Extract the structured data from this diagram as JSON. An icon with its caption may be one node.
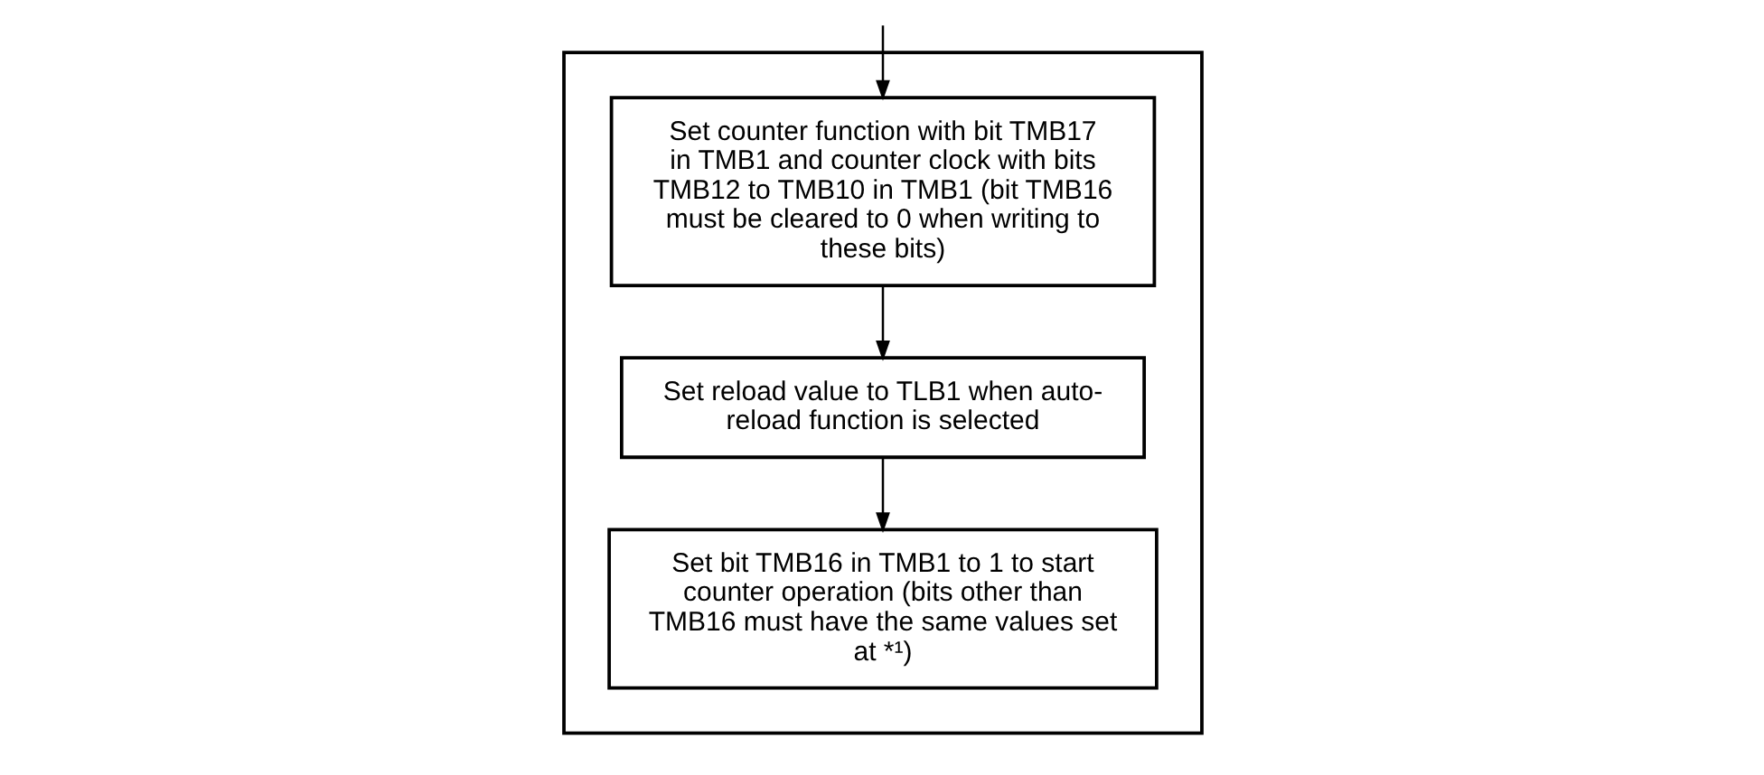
{
  "diagram": {
    "nodes": [
      {
        "text": [],
        "shape": "box"
      },
      {
        "text": [
          "Set counter function with bit TMB17 in TMB1 and counter clock with bits TMB12 to TMB10 in TMB1 (bit TMB16 must be cleared to 0 when writing to these bits)"
        ],
        "in": 0
      },
      {
        "text": [
          "Set reload value to TLB1 when auto-reload function is selected"
        ],
        "in": 0
      },
      {
        "text": [
          "Set bit TMB16 in TMB1 to 1 to start counter operation (bits other than TMB16 must have the same values set at *¹)"
        ],
        "in": 0
      }
    ],
    "edges": [
      {
        "from": null,
        "to": 1,
        "arrow": "to"
      },
      {
        "from": 1,
        "to": 2,
        "arrow": "to"
      },
      {
        "from": 2,
        "to": 3,
        "arrow": "to"
      }
    ]
  }
}
